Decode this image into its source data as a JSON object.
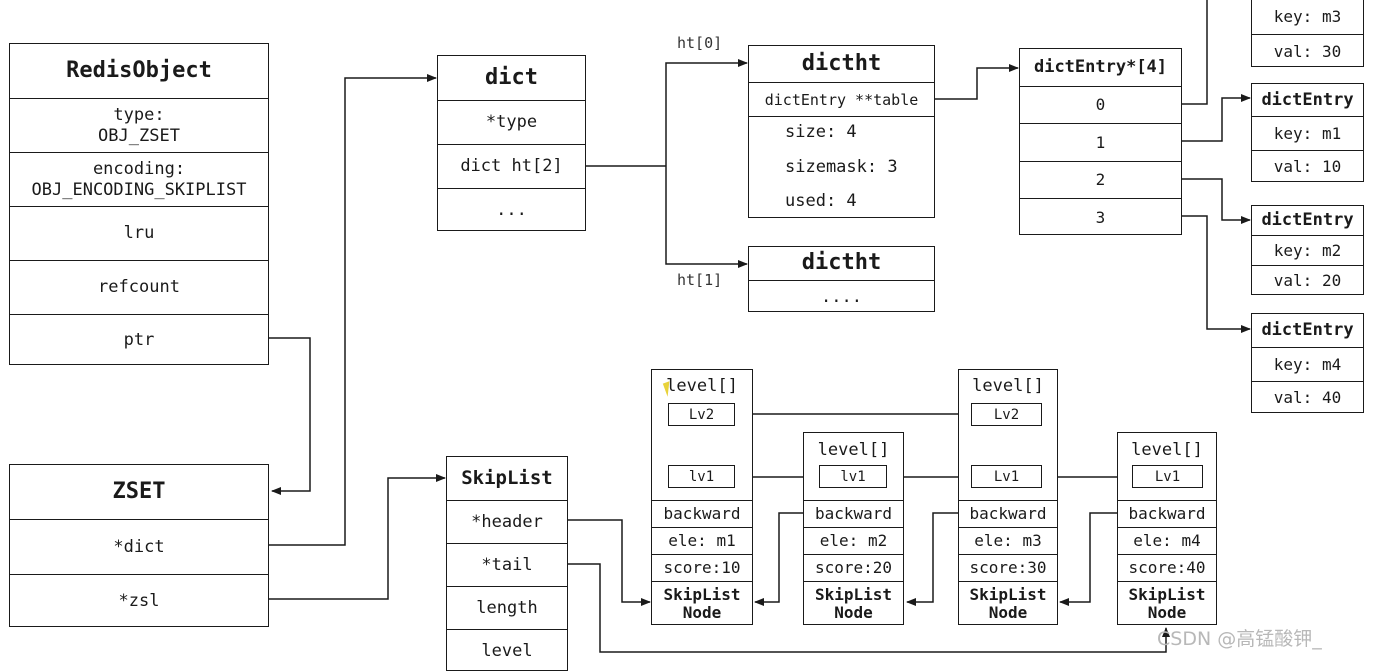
{
  "redisObject": {
    "title": "RedisObject",
    "type": "type:\nOBJ_ZSET",
    "encoding": "encoding:\nOBJ_ENCODING_SKIPLIST",
    "lru": "lru",
    "refcount": "refcount",
    "ptr": "ptr"
  },
  "zset": {
    "title": "ZSET",
    "dict": "*dict",
    "zsl": "*zsl"
  },
  "dict": {
    "title": "dict",
    "type": "*type",
    "ht": "dict ht[2]",
    "more": "..."
  },
  "ht_labels": {
    "ht0": "ht[0]",
    "ht1": "ht[1]"
  },
  "dictht0": {
    "title": "dictht",
    "table": "dictEntry **table",
    "size": "size: 4",
    "sizemask": "sizemask: 3",
    "used": "used: 4"
  },
  "dictht1": {
    "title": "dictht",
    "more": "...."
  },
  "entryArray": {
    "title": "dictEntry*[4]",
    "slots": [
      "0",
      "1",
      "2",
      "3"
    ]
  },
  "entries": [
    {
      "title": "",
      "key": "key: m3",
      "val": "val: 30"
    },
    {
      "title": "dictEntry",
      "key": "key: m1",
      "val": "val: 10"
    },
    {
      "title": "dictEntry",
      "key": "key: m2",
      "val": "val: 20"
    },
    {
      "title": "dictEntry",
      "key": "key: m4",
      "val": "val: 40"
    }
  ],
  "skiplist": {
    "title": "SkipList",
    "header": "*header",
    "tail": "*tail",
    "length": "length",
    "level": "level"
  },
  "nodes": [
    {
      "levelLabel": "level[]",
      "levels": [
        "Lv2",
        "lv1"
      ],
      "backward": "backward",
      "ele": "ele: m1",
      "score": "score:10",
      "name": "SkipList\nNode"
    },
    {
      "levelLabel": "level[]",
      "levels": [
        "lv1"
      ],
      "backward": "backward",
      "ele": "ele: m2",
      "score": "score:20",
      "name": "SkipList\nNode"
    },
    {
      "levelLabel": "level[]",
      "levels": [
        "Lv2",
        "Lv1"
      ],
      "backward": "backward",
      "ele": "ele: m3",
      "score": "score:30",
      "name": "SkipList\nNode"
    },
    {
      "levelLabel": "level[]",
      "levels": [
        "Lv1"
      ],
      "backward": "backward",
      "ele": "ele: m4",
      "score": "score:40",
      "name": "SkipList\nNode"
    }
  ],
  "watermark": "CSDN @高锰酸钾_"
}
